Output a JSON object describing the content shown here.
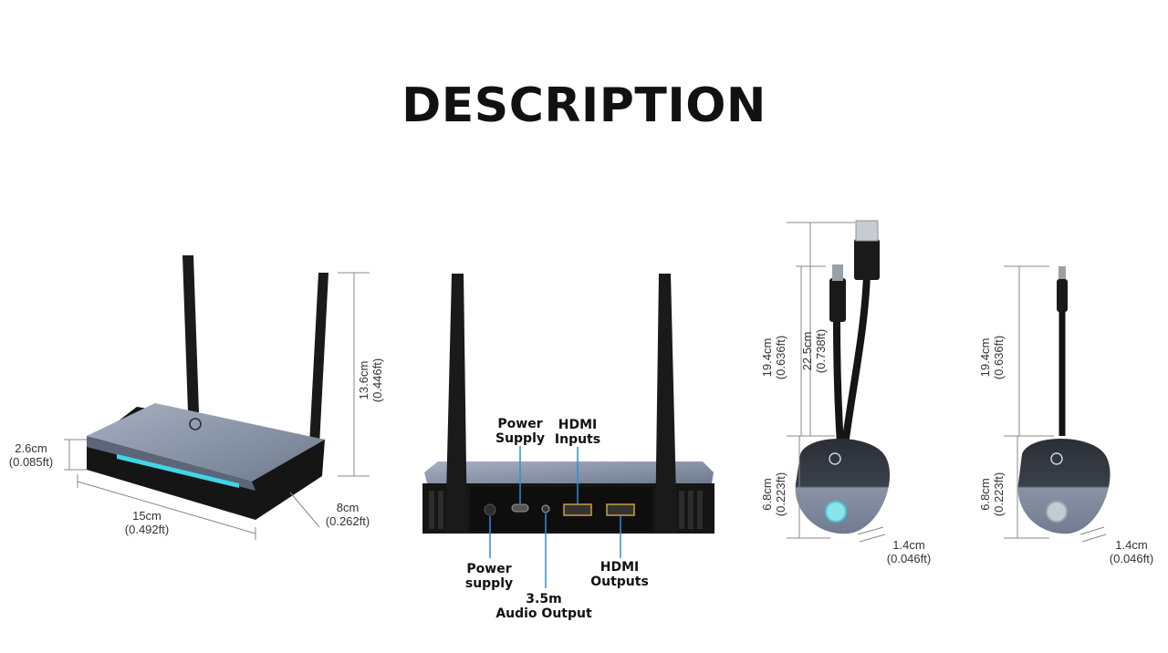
{
  "title": "DESCRIPTION",
  "colors": {
    "accent_line": "#2f8fd8",
    "led": "#3fd7e6",
    "device_top": "#8a94a6",
    "device_base": "#151515"
  },
  "receiver": {
    "height": {
      "cm": "13.6cm",
      "ft": "(0.446ft)"
    },
    "thickness": {
      "cm": "2.6cm",
      "ft": "(0.085ft)"
    },
    "length": {
      "cm": "15cm",
      "ft": "(0.492ft)"
    },
    "depth": {
      "cm": "8cm",
      "ft": "(0.262ft)"
    }
  },
  "back_panel": {
    "power_supply_top": [
      "Power",
      "Supply"
    ],
    "hdmi_inputs": [
      "HDMI",
      "Inputs"
    ],
    "power_supply_bottom": [
      "Power",
      "supply"
    ],
    "audio_output": [
      "3.5m",
      "Audio Output"
    ],
    "hdmi_outputs": [
      "HDMI",
      "Outputs"
    ]
  },
  "transmitter_dual": {
    "cable_total": {
      "cm": "22.5cm",
      "ft": "(0.738ft)"
    },
    "cable": {
      "cm": "19.4cm",
      "ft": "(0.636ft)"
    },
    "puck_height": {
      "cm": "6.8cm",
      "ft": "(0.223ft)"
    },
    "puck_thickness": {
      "cm": "1.4cm",
      "ft": "(0.046ft)"
    }
  },
  "transmitter_single": {
    "cable": {
      "cm": "19.4cm",
      "ft": "(0.636ft)"
    },
    "puck_height": {
      "cm": "6.8cm",
      "ft": "(0.223ft)"
    },
    "puck_thickness": {
      "cm": "1.4cm",
      "ft": "(0.046ft)"
    }
  }
}
